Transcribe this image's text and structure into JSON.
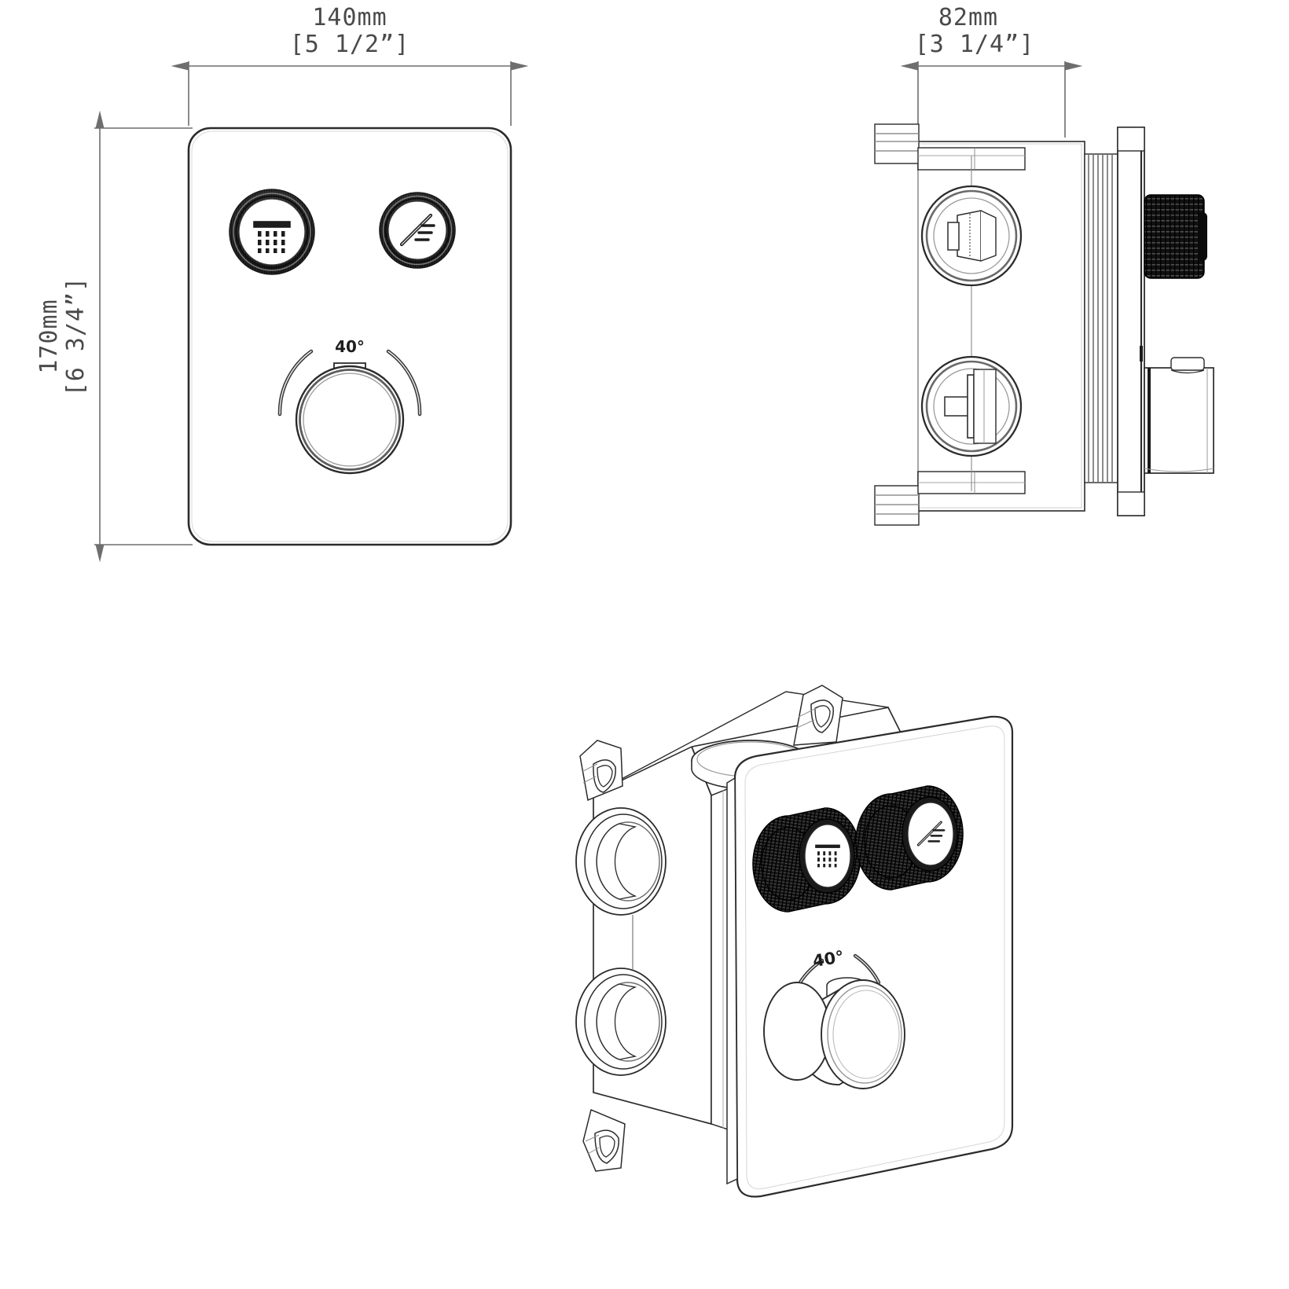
{
  "drawing": {
    "type": "technical-drawing",
    "subject": "concealed thermostatic shower valve with 2 outlets",
    "background_color": "#ffffff",
    "line_color": "#2b2b2b",
    "dim_line_color": "#6e6e6e",
    "knob_color": "#1a1a1a"
  },
  "views": {
    "front": {
      "name": "front-view",
      "dimensions": {
        "width": {
          "mm": "140mm",
          "inch": "[5  1/2”]"
        },
        "height": {
          "mm": "170mm",
          "inch": "[6  3/4”]"
        }
      },
      "buttons": [
        {
          "name": "rain-shower-button",
          "icon": "rain-shower-icon"
        },
        {
          "name": "hand-shower-button",
          "icon": "hand-shower-icon"
        }
      ],
      "thermostat": {
        "name": "thermostat-knob",
        "label": "40°"
      }
    },
    "side": {
      "name": "side-view",
      "dimensions": {
        "depth": {
          "mm": "82mm",
          "inch": "[3  1/4”]"
        }
      },
      "ports": 2,
      "knob": {
        "name": "knurled-knob",
        "color": "#1a1a1a"
      }
    },
    "isometric": {
      "name": "isometric-view",
      "buttons": [
        {
          "name": "rain-shower-knob",
          "icon": "rain-shower-icon"
        },
        {
          "name": "hand-shower-knob",
          "icon": "hand-shower-icon"
        }
      ],
      "thermostat": {
        "name": "thermostat-knob",
        "label": "40°"
      },
      "mounting_tabs": 4,
      "ports": 2
    }
  }
}
